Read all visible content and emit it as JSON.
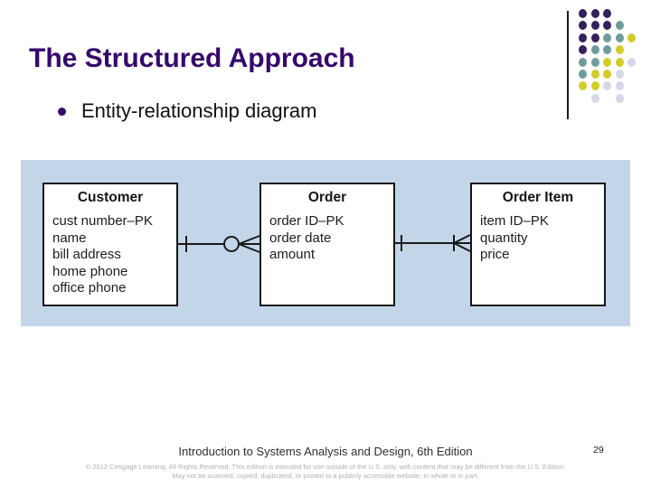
{
  "slide": {
    "title": "The Structured Approach",
    "bullet_text": "Entity-relationship diagram",
    "footer_text": "Introduction to Systems Analysis and Design, 6th Edition",
    "page_number": "29",
    "copyright_line1": "© 2012 Cengage Learning. All Rights Reserved. This edition is intended for use outside of the U.S. only, with content that may be different from the U.S. Edition.",
    "copyright_line2": "May not be scanned, copied, duplicated, or posted to a publicly accessible website, in whole or in part."
  },
  "colors": {
    "title_text": "#36096B",
    "bullet_dot": "#36096B",
    "panel_background": "#C3D6E9",
    "box_border": "#151515",
    "connector_stroke": "#1a1a1a",
    "dot_purple": "#33205C",
    "dot_teal": "#6E9C9B",
    "dot_yellow": "#D2CC29",
    "dot_lavender": "#D5D7E7"
  },
  "diagram": {
    "entities": [
      {
        "name": "Customer",
        "fields": [
          "cust number–PK",
          "name",
          "bill address",
          "home phone",
          "office phone"
        ]
      },
      {
        "name": "Order",
        "fields": [
          "order ID–PK",
          "order date",
          "amount"
        ]
      },
      {
        "name": "Order Item",
        "fields": [
          "item ID–PK",
          "quantity",
          "price"
        ]
      }
    ],
    "relationships": [
      {
        "from": "Customer",
        "to": "Order",
        "notation": "one to zero-or-many (tick, circle, crow's foot)"
      },
      {
        "from": "Order",
        "to": "Order Item",
        "notation": "one to one-or-many (tick, tick + crow's foot)"
      }
    ]
  },
  "decoration": {
    "pattern_rows": [
      "PPP..",
      "PPPT.",
      "PPTTY",
      "PTTY.",
      "TTYYL",
      "TYYL.",
      "YYLL.",
      ".L.L."
    ],
    "palette": {
      "P": "#33205C",
      "T": "#6E9C9B",
      "Y": "#D2CC29",
      "L": "#D5D7E7"
    }
  }
}
